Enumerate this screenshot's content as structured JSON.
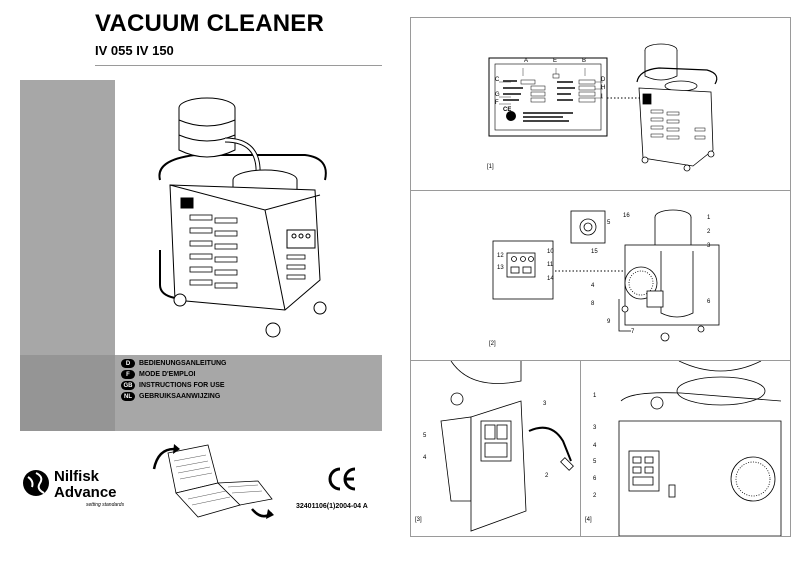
{
  "cover": {
    "title": "VACUUM CLEANER",
    "subtitle": "IV 055 IV 150",
    "languages": [
      {
        "code": "D",
        "label": "BEDIENUNGSANLEITUNG"
      },
      {
        "code": "F",
        "label": "MODE D'EMPLOI"
      },
      {
        "code": "GB",
        "label": "INSTRUCTIONS FOR USE"
      },
      {
        "code": "NL",
        "label": "GEBRUIKSAANWIJZING"
      }
    ],
    "brand": {
      "line1": "Nilfisk",
      "line2": "Advance",
      "tagline": "setting standards"
    },
    "doc_code": "32401106(1)2004-04 A"
  },
  "figures": {
    "fig1": {
      "label": "[1]",
      "plate_letters_top": [
        "A",
        "E",
        "B"
      ],
      "plate_letters_left": [
        "C",
        "G",
        "F"
      ],
      "plate_letters_right": [
        "D",
        "H",
        "I"
      ]
    },
    "fig2": {
      "label": "[2]",
      "callouts_left": [
        "12",
        "13"
      ],
      "callouts_panel": [
        "10",
        "11",
        "14"
      ],
      "callouts_center": [
        "5",
        "16",
        "15",
        "4",
        "8",
        "9",
        "7"
      ],
      "callouts_right": [
        "1",
        "2",
        "3",
        "6"
      ]
    },
    "fig3": {
      "label": "[3]",
      "callouts": [
        "3",
        "5",
        "4",
        "2"
      ]
    },
    "fig4": {
      "label": "[4]",
      "callouts": [
        "1",
        "3",
        "4",
        "5",
        "6",
        "2"
      ]
    }
  },
  "colors": {
    "band_gray": "#a7a7a7",
    "band_dark": "#959595",
    "panel_border": "#9a9a9a"
  }
}
